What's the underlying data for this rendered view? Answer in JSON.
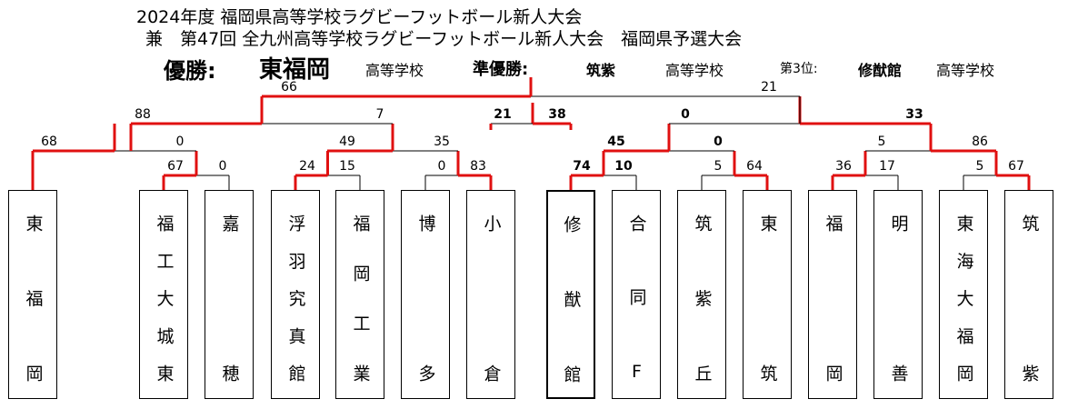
{
  "title_line1": "2024年度 福岡県高等学校ラグビーフットボール新人大会",
  "title_line2": "兼　第47回 全九州高等学校ラグビーフットボール新人大会　福岡県予選大会",
  "results": {
    "champion_label": "優勝:",
    "champion": "東福岡",
    "champion_suffix": "高等学校",
    "runner_up_label": "準優勝:",
    "runner_up": "筑紫",
    "runner_up_suffix": "高等学校",
    "third_label": "第3位:",
    "third": "修猷館",
    "third_suffix": "高等学校"
  },
  "teams": [
    "東福岡",
    "福工大城東",
    "嘉穂",
    "浮羽究真館",
    "福岡工業",
    "博多",
    "小倉",
    "修猷館",
    "合同F",
    "筑紫丘",
    "東筑",
    "福岡",
    "明善",
    "東海大福岡",
    "筑紫"
  ],
  "scores": {
    "r1": [
      "67",
      "0",
      "24",
      "15",
      "0",
      "83",
      "74",
      "10",
      "5",
      "64",
      "36",
      "17",
      "5",
      "67"
    ],
    "r2": [
      "68",
      "0",
      "49",
      "35",
      "45",
      "0",
      "5",
      "86"
    ],
    "semi": [
      "88",
      "7",
      "0",
      "33"
    ],
    "final": [
      "66",
      "21"
    ],
    "third_place": [
      "21",
      "38"
    ]
  },
  "colors": {
    "winner_line": "#e01010",
    "line": "#000000"
  }
}
